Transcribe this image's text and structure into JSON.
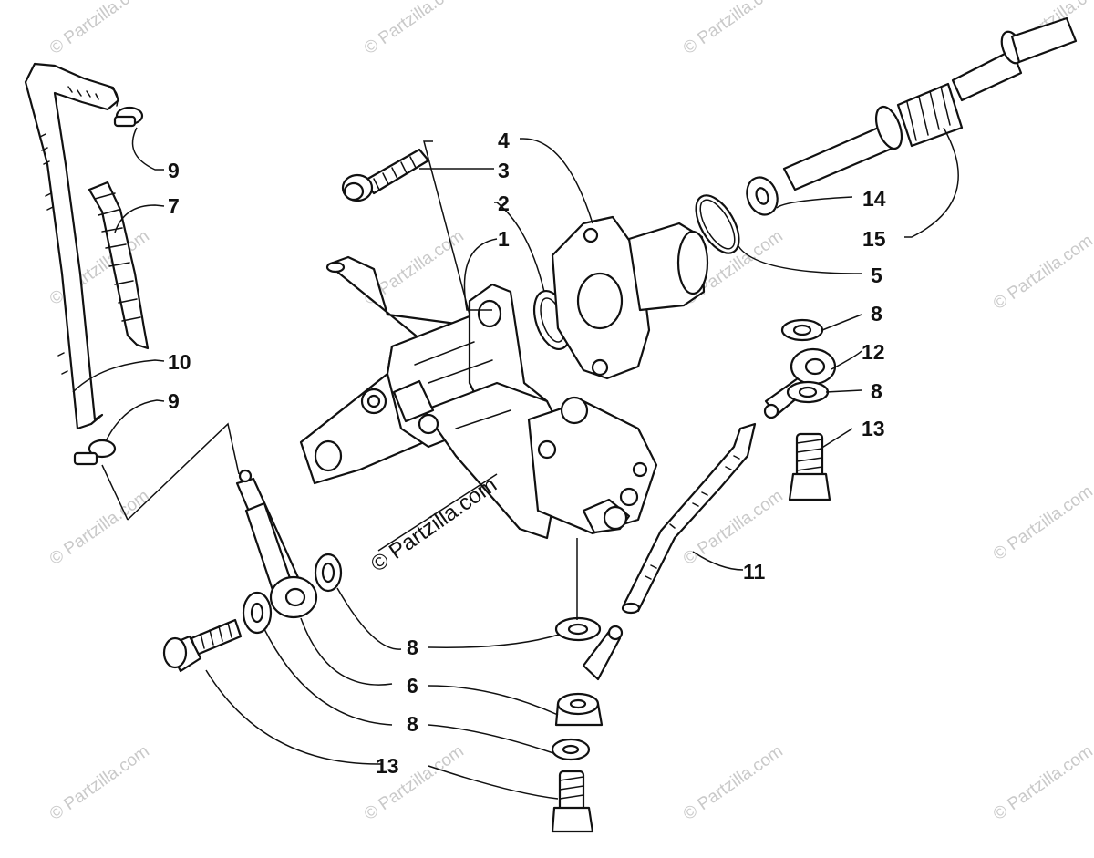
{
  "callouts": {
    "c1": "1",
    "c2": "2",
    "c3": "3",
    "c4": "4",
    "c5": "5",
    "c6": "6",
    "c7": "7",
    "c8a": "8",
    "c8b": "8",
    "c8c": "8",
    "c8d": "8",
    "c9a": "9",
    "c9b": "9",
    "c10": "10",
    "c11": "11",
    "c12": "12",
    "c13a": "13",
    "c13b": "13",
    "c14": "14",
    "c15": "15"
  },
  "watermarks": {
    "main": "© Partzilla.com",
    "tile": "© Partzilla.com"
  },
  "colors": {
    "line": "#111111",
    "watermark": "#c9c9c9",
    "background": "#ffffff"
  }
}
